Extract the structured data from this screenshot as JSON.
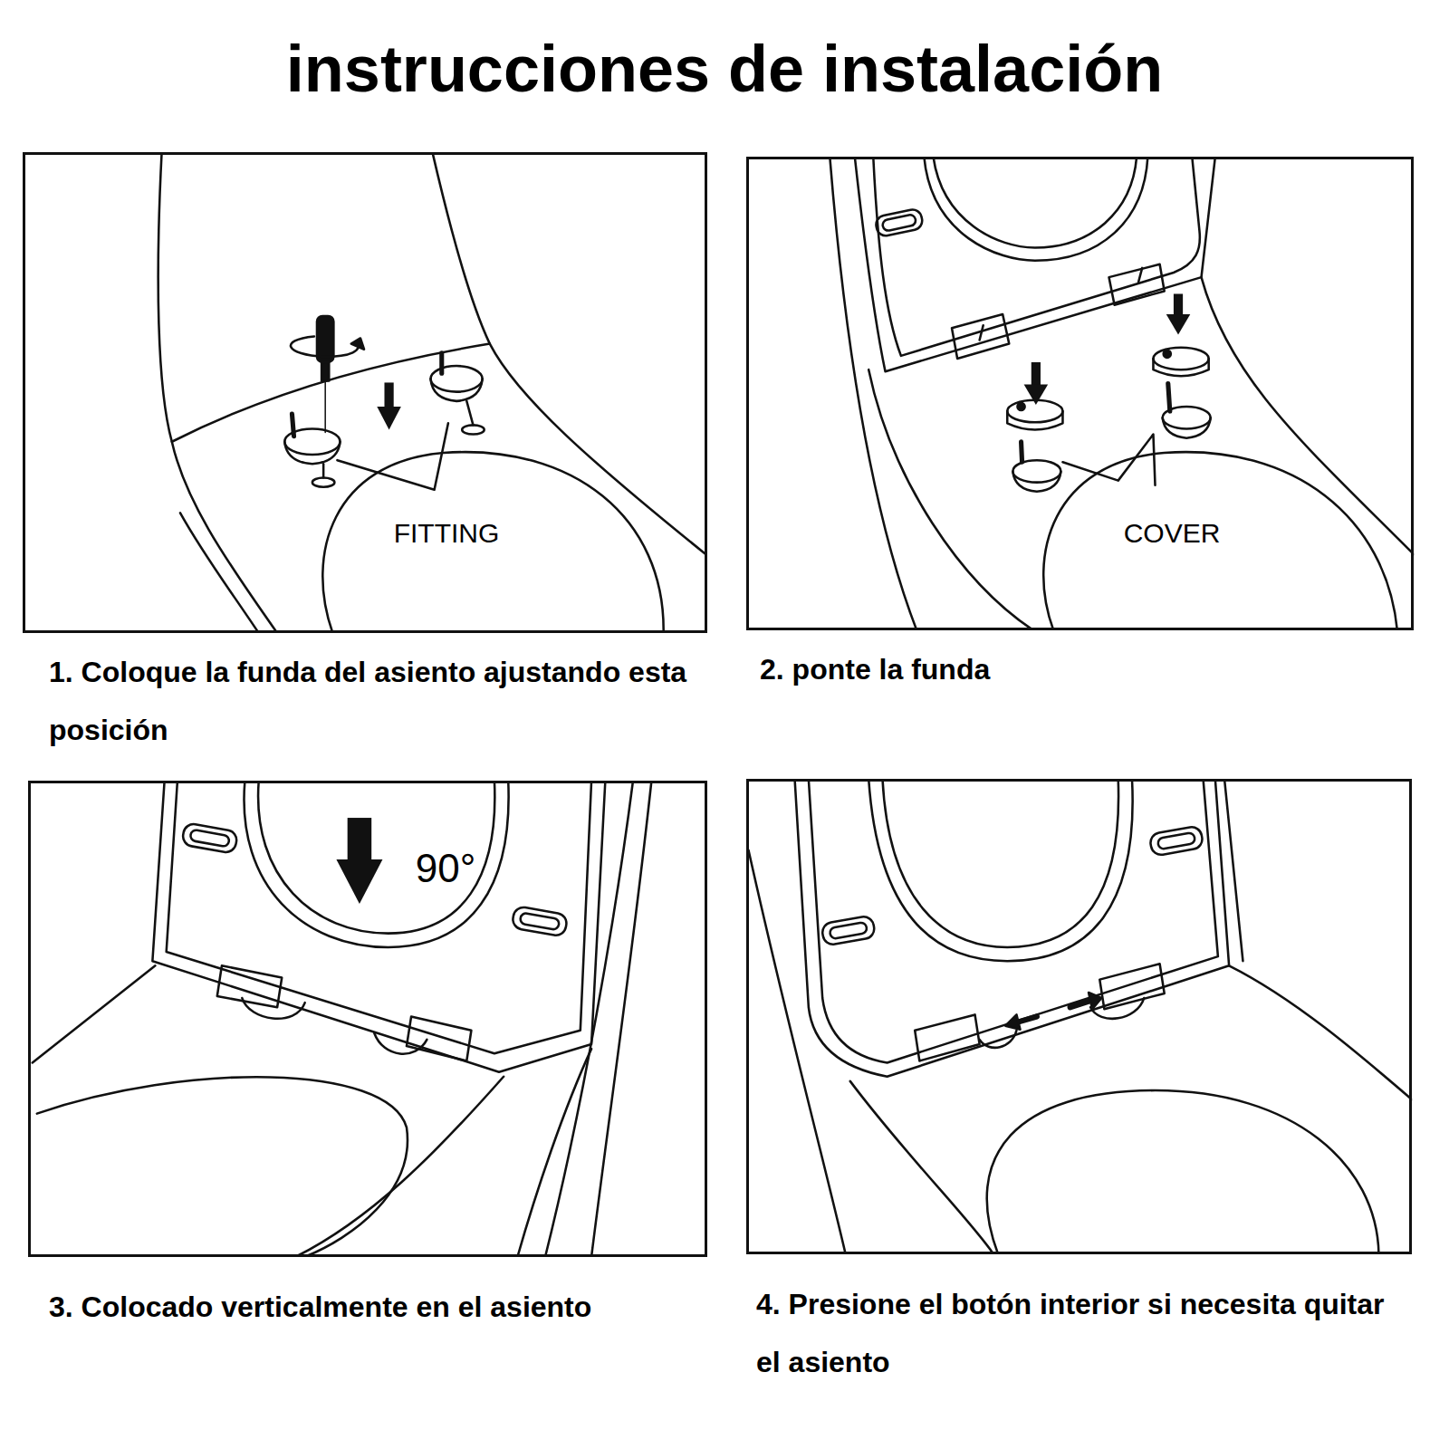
{
  "diagram": {
    "title": "instrucciones de instalación",
    "nodes": [
      {
        "text": [
          "FITTING",
          "1. Coloque la funda del asiento ajustando esta posición"
        ]
      },
      {
        "text": [
          "COVER",
          "2. ponte la funda"
        ]
      },
      {
        "text": [
          "90°",
          "3. Colocado verticalmente en el asiento"
        ]
      },
      {
        "text": [
          "4. Presione el botón interior si necesita quitar el asiento"
        ]
      }
    ]
  }
}
